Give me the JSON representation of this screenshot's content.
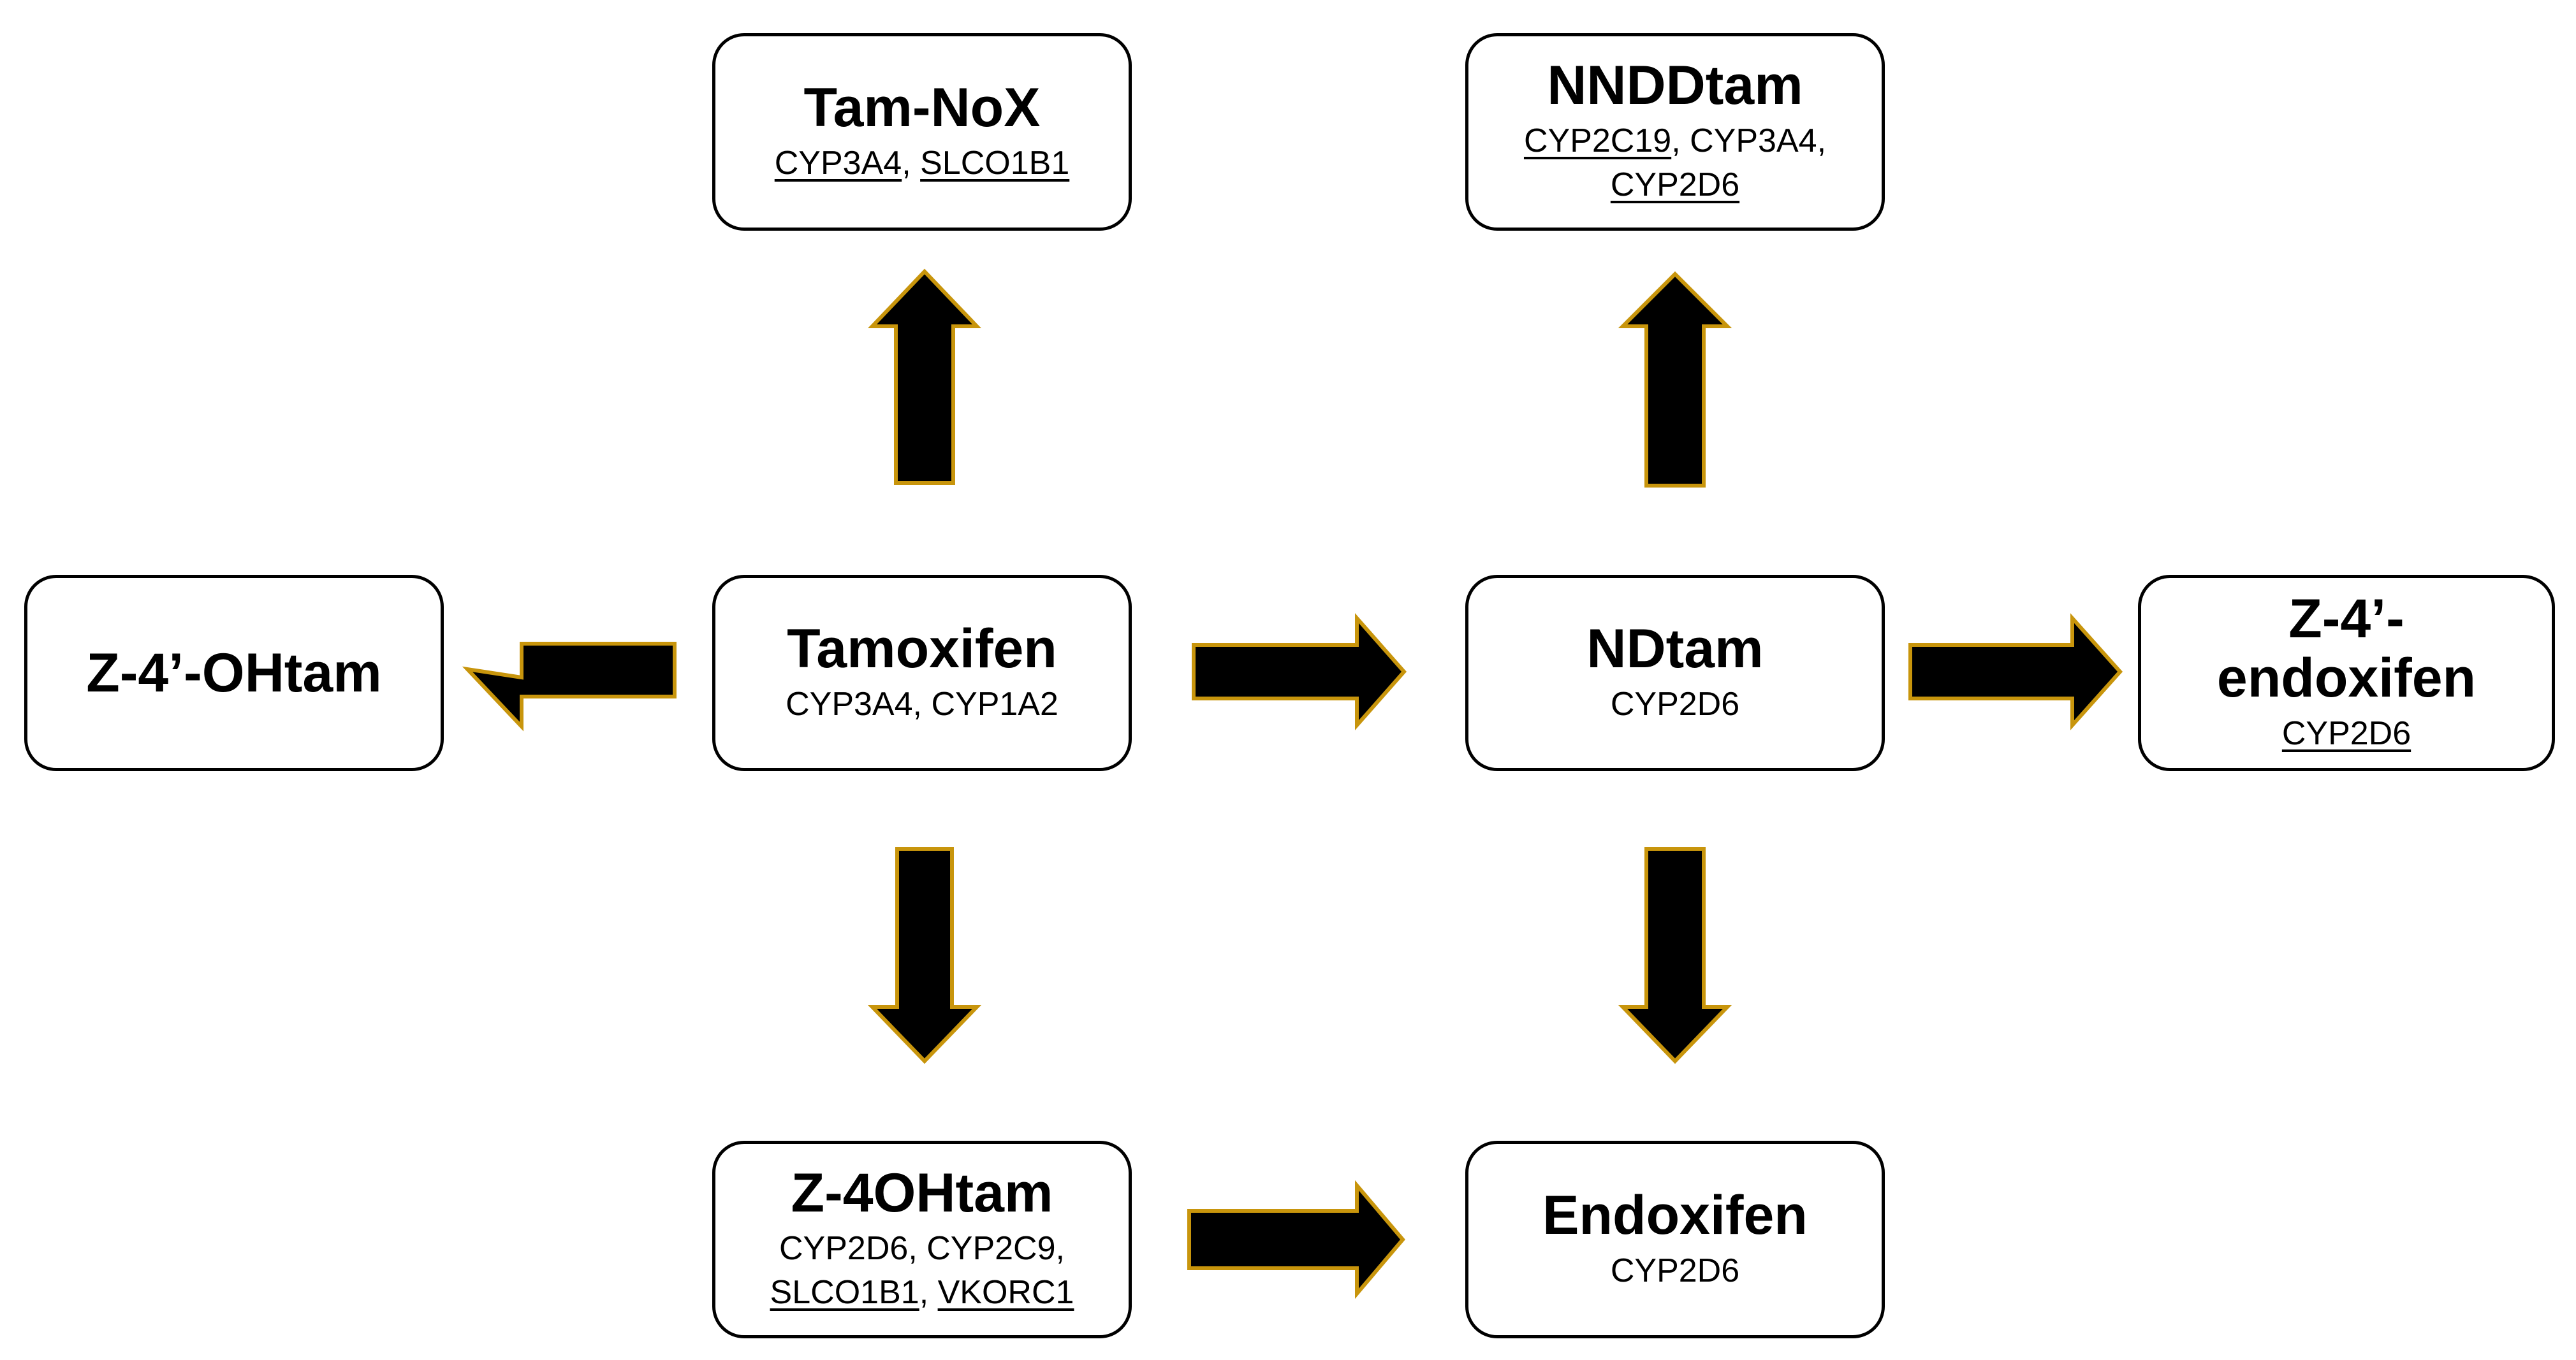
{
  "colors": {
    "arrow_fill": "#000000",
    "arrow_outline": "#c8950c",
    "box_border": "#000000",
    "background": "#ffffff"
  },
  "nodes": {
    "tam_nox": {
      "title": "Tam-NoX",
      "enzymes": [
        {
          "name": "CYP3A4",
          "underlined": true,
          "sep": ", "
        },
        {
          "name": "SLCO1B1",
          "underlined": true,
          "sep": ""
        }
      ]
    },
    "nnddtam": {
      "title": "NNDDtam",
      "enzymes": [
        {
          "name": "CYP2C19",
          "underlined": true,
          "sep": ", "
        },
        {
          "name": "CYP3A4",
          "underlined": false,
          "sep": ","
        },
        {
          "name": "CYP2D6",
          "underlined": true,
          "sep": ""
        }
      ]
    },
    "z4_ohtam_prime": {
      "title": "Z-4’-OHtam",
      "enzymes": []
    },
    "tamoxifen": {
      "title": "Tamoxifen",
      "enzymes": [
        {
          "name": "CYP3A4",
          "underlined": false,
          "sep": ", "
        },
        {
          "name": "CYP1A2",
          "underlined": false,
          "sep": ""
        }
      ]
    },
    "ndtam": {
      "title": "NDtam",
      "enzymes": [
        {
          "name": "CYP2D6",
          "underlined": false,
          "sep": ""
        }
      ]
    },
    "z4_endoxifen": {
      "title": "Z-4’-endoxifen",
      "enzymes": [
        {
          "name": "CYP2D6",
          "underlined": true,
          "sep": ""
        }
      ]
    },
    "z4ohtam": {
      "title": "Z-4OHtam",
      "enzymes": [
        {
          "name": "CYP2D6",
          "underlined": false,
          "sep": ", "
        },
        {
          "name": "CYP2C9",
          "underlined": false,
          "sep": ","
        },
        {
          "name": "SLCO1B1",
          "underlined": true,
          "sep": ", "
        },
        {
          "name": "VKORC1",
          "underlined": true,
          "sep": ""
        }
      ]
    },
    "endoxifen": {
      "title": "Endoxifen",
      "enzymes": [
        {
          "name": "CYP2D6",
          "underlined": false,
          "sep": ""
        }
      ]
    }
  },
  "edges": [
    {
      "from": "tamoxifen",
      "to": "tam_nox",
      "direction": "up"
    },
    {
      "from": "ndtam",
      "to": "nnddtam",
      "direction": "up"
    },
    {
      "from": "tamoxifen",
      "to": "z4_ohtam_prime",
      "direction": "left"
    },
    {
      "from": "tamoxifen",
      "to": "ndtam",
      "direction": "right"
    },
    {
      "from": "ndtam",
      "to": "z4_endoxifen",
      "direction": "right"
    },
    {
      "from": "tamoxifen",
      "to": "z4ohtam",
      "direction": "down"
    },
    {
      "from": "ndtam",
      "to": "endoxifen",
      "direction": "down"
    },
    {
      "from": "z4ohtam",
      "to": "endoxifen",
      "direction": "right"
    }
  ]
}
